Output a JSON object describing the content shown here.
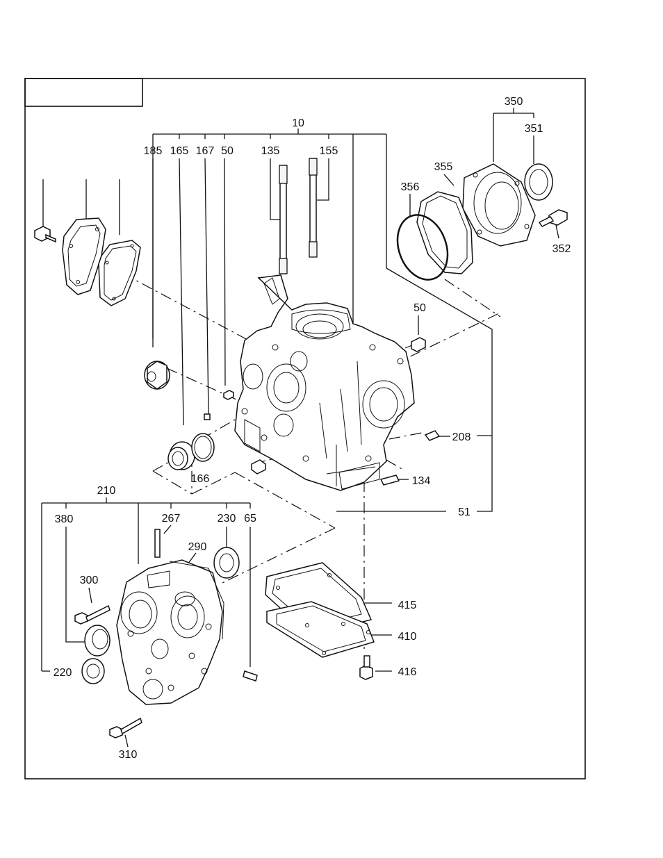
{
  "labels": {
    "l10": "10",
    "l185": "185",
    "l165": "165",
    "l167": "167",
    "l50a": "50",
    "l135": "135",
    "l155": "155",
    "l350": "350",
    "l351": "351",
    "l355": "355",
    "l356": "356",
    "l352": "352",
    "l50b": "50",
    "l208": "208",
    "l166": "166",
    "l134": "134",
    "l51": "51",
    "l210": "210",
    "l380": "380",
    "l267": "267",
    "l230": "230",
    "l65": "65",
    "l290": "290",
    "l300": "300",
    "l415": "415",
    "l410": "410",
    "l220": "220",
    "l416": "416",
    "l310": "310"
  }
}
